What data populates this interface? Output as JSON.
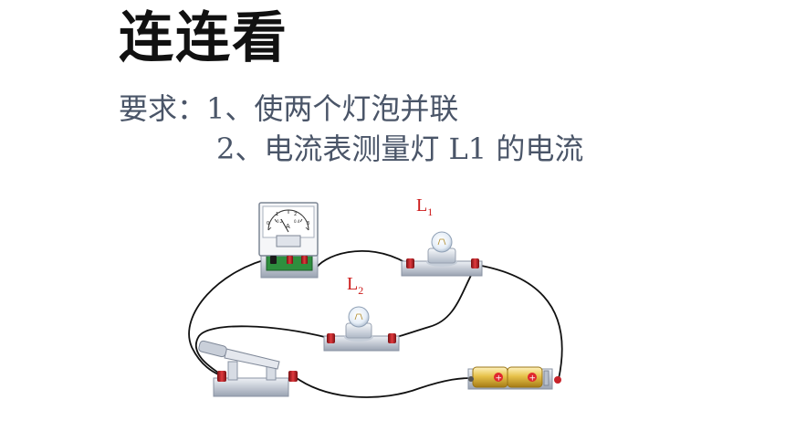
{
  "title": "连连看",
  "requirements": {
    "prefix": "要求：",
    "item1": "1、使两个灯泡并联",
    "item2": "2、电流表测量灯 L1 的电流"
  },
  "labels": {
    "l1_main": "L",
    "l1_sub": "1",
    "l2_main": "L",
    "l2_sub": "2",
    "ammeter_unit": "A",
    "ammeter_ticks": [
      "0",
      "1",
      "2",
      "3"
    ],
    "ammeter_subticks": [
      "0.2",
      "0.4"
    ],
    "battery_plus": "+"
  },
  "colors": {
    "terminal_red": "#c8232a",
    "wire": "#111111",
    "label_red": "#cc1a1a",
    "battery_gold": "#e7c24a"
  }
}
